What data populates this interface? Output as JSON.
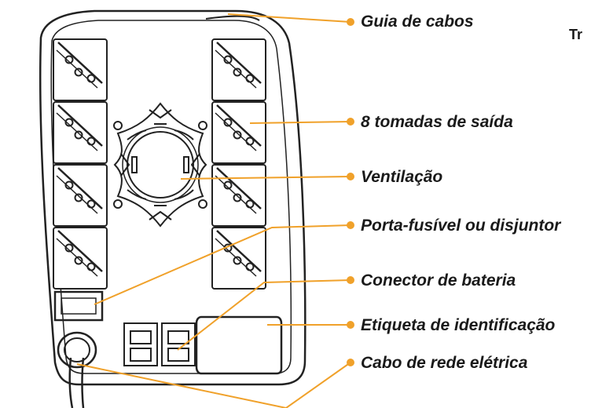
{
  "accent_color": "#f0a12a",
  "corner_text": "Tr",
  "labels": [
    "Guia de cabos",
    "8 tomadas de saída",
    "Ventilação",
    "Porta-fusível ou disjuntor",
    "Conector de bateria",
    "Etiqueta de identificação",
    "Cabo de rede elétrica"
  ]
}
